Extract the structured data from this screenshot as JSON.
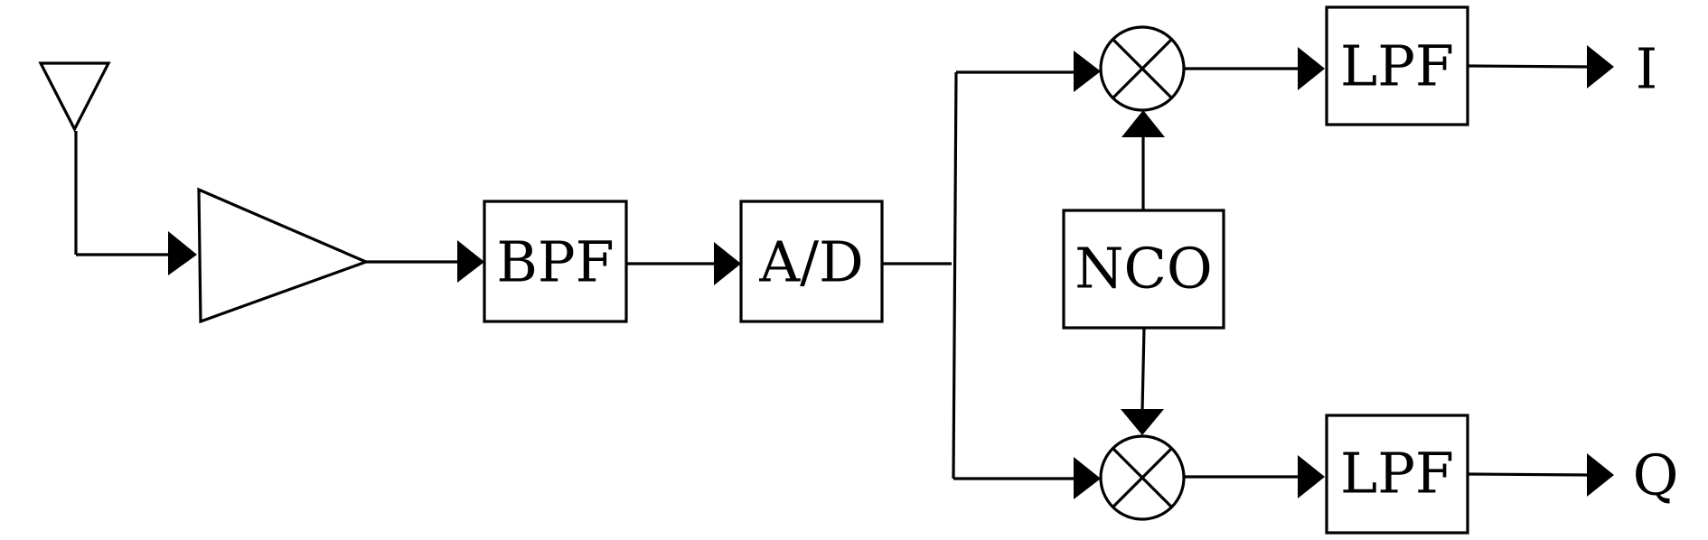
{
  "blocks": {
    "bpf": "BPF",
    "adc": "A/D",
    "nco": "NCO",
    "lpf_top": "LPF",
    "lpf_bottom": "LPF"
  },
  "outputs": {
    "in_phase": "I",
    "quadrature": "Q"
  },
  "colors": {
    "stroke": "#000000",
    "background": "#ffffff"
  }
}
